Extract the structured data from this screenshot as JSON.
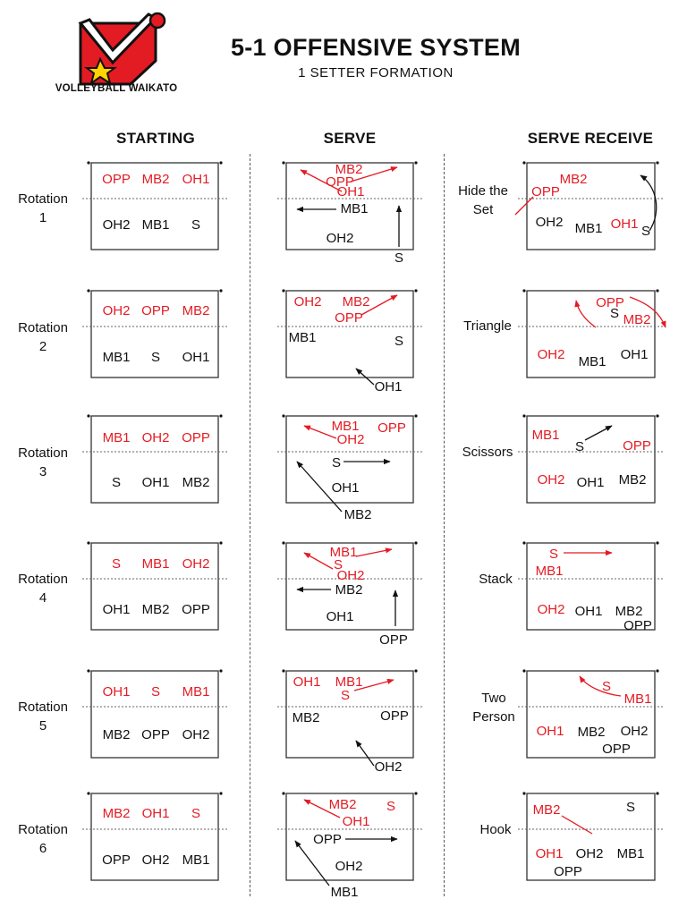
{
  "header": {
    "title": "5-1 OFFENSIVE SYSTEM",
    "subtitle": "1 SETTER FORMATION",
    "brand": "VOLLEYBALL WAIKATO"
  },
  "columns": {
    "starting": "STARTING",
    "serve": "SERVE",
    "serve_receive": "SERVE RECEIVE"
  },
  "colors": {
    "front_row": "#e31b23",
    "back_row": "#111111",
    "logo_red": "#e31b23",
    "logo_yellow": "#ffd400"
  },
  "rotations": [
    {
      "label_line1": "Rotation",
      "label_line2": "1",
      "starting": {
        "front": [
          "OPP",
          "MB2",
          "OH1"
        ],
        "back": [
          "OH2",
          "MB1",
          "S"
        ]
      },
      "serve": {
        "labels": [
          "MB2",
          "OPP",
          "OH1",
          "MB1",
          "OH2",
          "S"
        ]
      },
      "receive": {
        "formation_line1": "Hide the",
        "formation_line2": "Set",
        "labels": [
          "MB2",
          "OPP",
          "OH2",
          "MB1",
          "OH1",
          "S"
        ]
      }
    },
    {
      "label_line1": "Rotation",
      "label_line2": "2",
      "starting": {
        "front": [
          "OH2",
          "OPP",
          "MB2"
        ],
        "back": [
          "MB1",
          "S",
          "OH1"
        ]
      },
      "serve": {
        "labels": [
          "OH2",
          "MB2",
          "OPP",
          "MB1",
          "S",
          "OH1"
        ]
      },
      "receive": {
        "formation_line1": "Triangle",
        "formation_line2": "",
        "labels": [
          "OPP",
          "S",
          "MB2",
          "OH2",
          "MB1",
          "OH1"
        ]
      }
    },
    {
      "label_line1": "Rotation",
      "label_line2": "3",
      "starting": {
        "front": [
          "MB1",
          "OH2",
          "OPP"
        ],
        "back": [
          "S",
          "OH1",
          "MB2"
        ]
      },
      "serve": {
        "labels": [
          "MB1",
          "OPP",
          "OH2",
          "S",
          "OH1",
          "MB2"
        ]
      },
      "receive": {
        "formation_line1": "Scissors",
        "formation_line2": "",
        "labels": [
          "MB1",
          "S",
          "OPP",
          "OH2",
          "OH1",
          "MB2"
        ]
      }
    },
    {
      "label_line1": "Rotation",
      "label_line2": "4",
      "starting": {
        "front": [
          "S",
          "MB1",
          "OH2"
        ],
        "back": [
          "OH1",
          "MB2",
          "OPP"
        ]
      },
      "serve": {
        "labels": [
          "MB1",
          "S",
          "OH2",
          "MB2",
          "OH1",
          "OPP"
        ]
      },
      "receive": {
        "formation_line1": "Stack",
        "formation_line2": "",
        "labels": [
          "S",
          "MB1",
          "OH2",
          "OH1",
          "MB2",
          "OPP"
        ]
      }
    },
    {
      "label_line1": "Rotation",
      "label_line2": "5",
      "starting": {
        "front": [
          "OH1",
          "S",
          "MB1"
        ],
        "back": [
          "MB2",
          "OPP",
          "OH2"
        ]
      },
      "serve": {
        "labels": [
          "OH1",
          "MB1",
          "S",
          "MB2",
          "OPP",
          "OH2"
        ]
      },
      "receive": {
        "formation_line1": "Two",
        "formation_line2": "Person",
        "labels": [
          "S",
          "MB1",
          "OH1",
          "MB2",
          "OH2",
          "OPP"
        ]
      }
    },
    {
      "label_line1": "Rotation",
      "label_line2": "6",
      "starting": {
        "front": [
          "MB2",
          "OH1",
          "S"
        ],
        "back": [
          "OPP",
          "OH2",
          "MB1"
        ]
      },
      "serve": {
        "labels": [
          "MB2",
          "S",
          "OH1",
          "OPP",
          "OH2",
          "MB1"
        ]
      },
      "receive": {
        "formation_line1": "Hook",
        "formation_line2": "",
        "labels": [
          "MB2",
          "S",
          "OH1",
          "OH2",
          "MB1",
          "OPP"
        ]
      }
    }
  ]
}
